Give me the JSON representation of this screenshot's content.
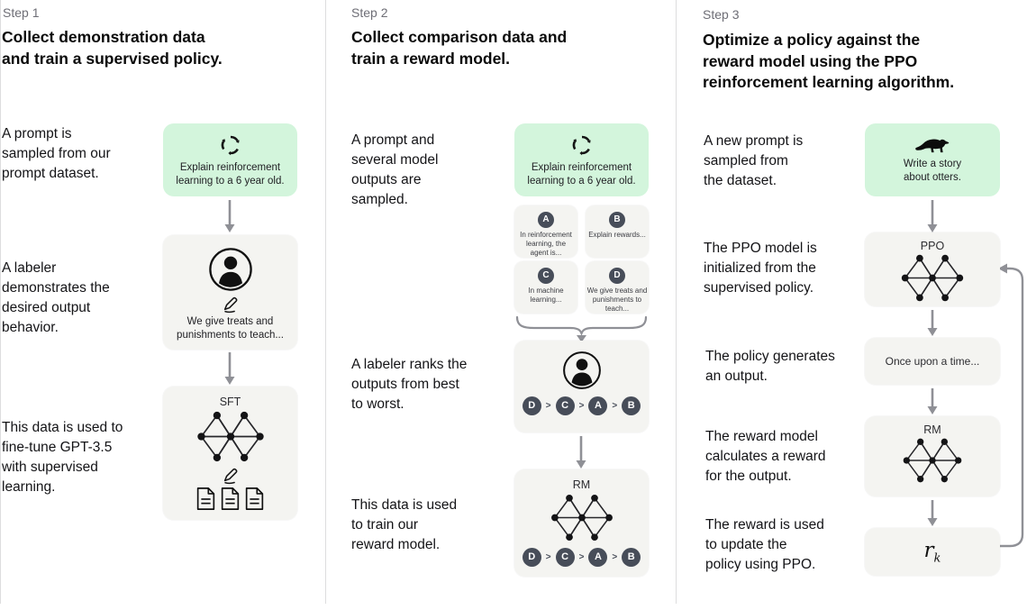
{
  "step1": {
    "label": "Step 1",
    "title": "Collect demonstration data\nand train a supervised policy.",
    "caption_prompt": "A prompt is\nsampled from our\nprompt dataset.",
    "caption_labeler": "A labeler\ndemonstrates the\ndesired output\nbehavior.",
    "caption_finetune": "This data is used to\nfine-tune GPT-3.5\nwith supervised\nlearning.",
    "prompt_text": "Explain reinforcement\nlearning to a 6 year old.",
    "demo_text": "We give treats and\npunishments to teach...",
    "model_label": "SFT"
  },
  "step2": {
    "label": "Step 2",
    "title": "Collect comparison data and\ntrain a reward model.",
    "caption_sampled": "A prompt and\nseveral model\noutputs are\nsampled.",
    "caption_ranks": "A labeler ranks the\noutputs from best\nto worst.",
    "caption_train": "This data is used\nto train our\nreward model.",
    "prompt_text": "Explain reinforcement\nlearning to a 6 year old.",
    "outputs": [
      {
        "badge": "A",
        "text": "In reinforcement\nlearning, the\nagent is..."
      },
      {
        "badge": "B",
        "text": "Explain rewards..."
      },
      {
        "badge": "C",
        "text": "In machine\nlearning..."
      },
      {
        "badge": "D",
        "text": "We give treats and\npunishments to\nteach..."
      }
    ],
    "ranking": [
      "D",
      "C",
      "A",
      "B"
    ],
    "rank_sep": ">",
    "model_label": "RM"
  },
  "step3": {
    "label": "Step 3",
    "title": "Optimize a policy against the\nreward model using the PPO\nreinforcement learning algorithm.",
    "caption_new_prompt": "A new prompt is\nsampled from\nthe dataset.",
    "caption_ppo_init": "The PPO model is\ninitialized from the\nsupervised policy.",
    "caption_generates": "The policy generates\nan output.",
    "caption_reward_calc": "The reward model\ncalculates a reward\nfor the output.",
    "caption_update": "The reward is used\nto update the\npolicy using PPO.",
    "prompt_text": "Write a story\nabout otters.",
    "ppo_label": "PPO",
    "output_text": "Once upon a time...",
    "rm_label": "RM",
    "reward_symbol": "r",
    "reward_subscript": "k"
  },
  "icons": {
    "prompt_sampling": "cycle-arrows-icon",
    "labeler": "person-icon",
    "writing": "pencil-icon",
    "demonstrations": "documents-icon",
    "model": "neural-network-icon",
    "otter_prompt": "otter-icon"
  },
  "colors": {
    "prompt_box_green": "#d3f5dc",
    "node_box_gray": "#f4f4f1",
    "badge_slate": "#474d59",
    "arrow_gray": "#8f9096",
    "divider": "#ddddde"
  }
}
